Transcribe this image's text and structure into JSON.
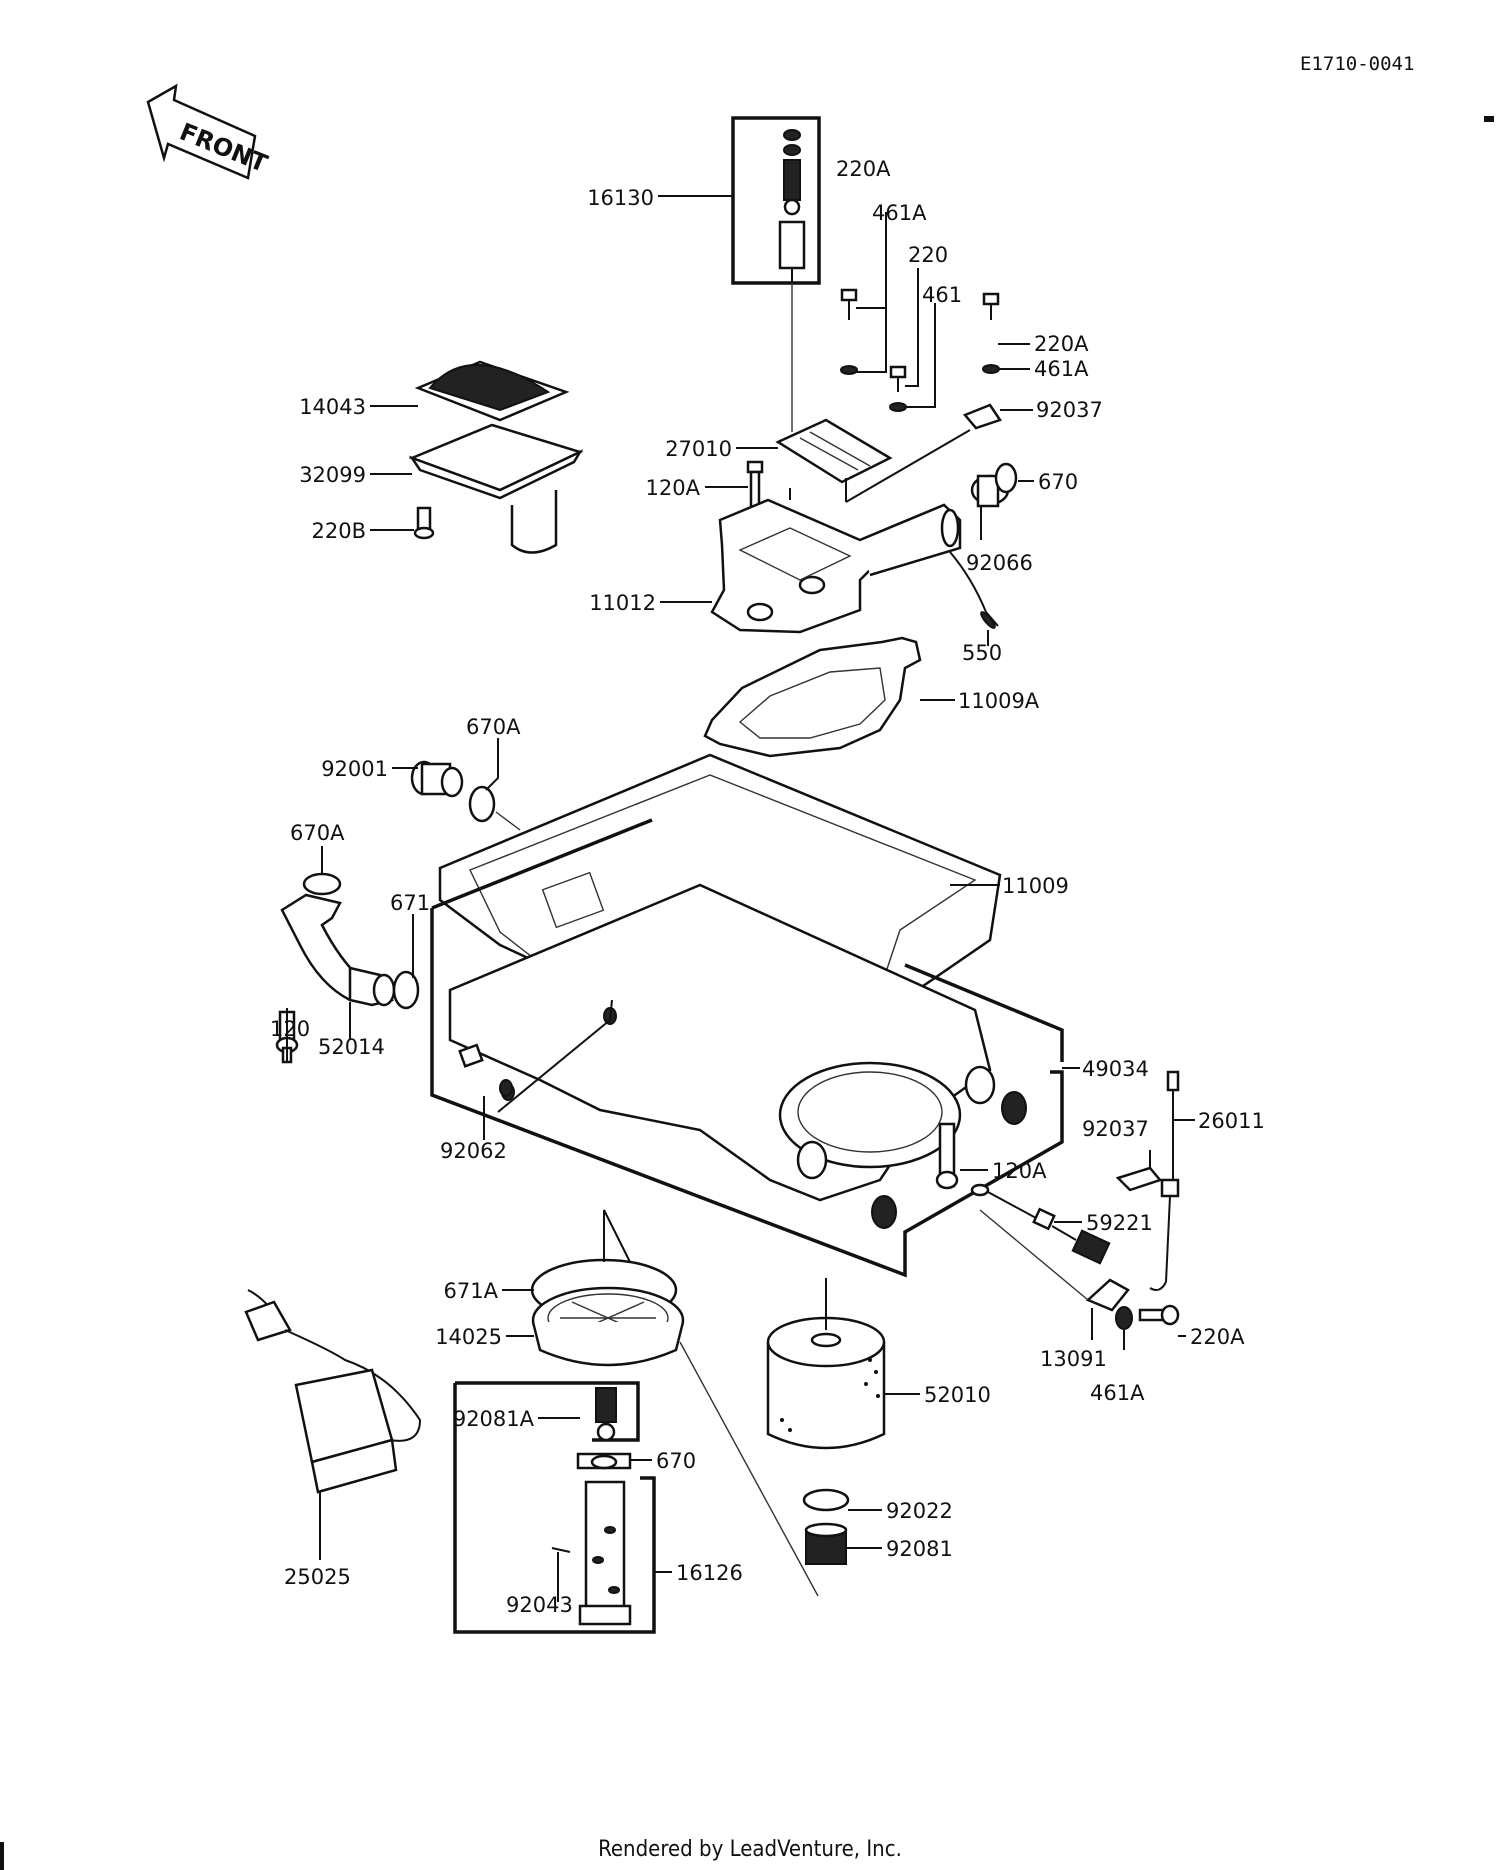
{
  "diagram_code": "E1710-0041",
  "front_arrow": "FRONT",
  "footer": "Rendered by LeadVenture, Inc.",
  "callouts": [
    {
      "id": "c1",
      "text": "16130"
    },
    {
      "id": "c2",
      "text": "220A"
    },
    {
      "id": "c3",
      "text": "461A"
    },
    {
      "id": "c4",
      "text": "220"
    },
    {
      "id": "c5",
      "text": "461"
    },
    {
      "id": "c6",
      "text": "220A"
    },
    {
      "id": "c7",
      "text": "461A"
    },
    {
      "id": "c8",
      "text": "92037"
    },
    {
      "id": "c9",
      "text": "14043"
    },
    {
      "id": "c10",
      "text": "32099"
    },
    {
      "id": "c11",
      "text": "220B"
    },
    {
      "id": "c12",
      "text": "27010"
    },
    {
      "id": "c13",
      "text": "120A"
    },
    {
      "id": "c14",
      "text": "670"
    },
    {
      "id": "c15",
      "text": "92066"
    },
    {
      "id": "c16",
      "text": "11012"
    },
    {
      "id": "c17",
      "text": "550"
    },
    {
      "id": "c18",
      "text": "11009A"
    },
    {
      "id": "c19",
      "text": "670A"
    },
    {
      "id": "c20",
      "text": "92001"
    },
    {
      "id": "c21",
      "text": "670A"
    },
    {
      "id": "c22",
      "text": "671"
    },
    {
      "id": "c23",
      "text": "11009"
    },
    {
      "id": "c24",
      "text": "120"
    },
    {
      "id": "c25",
      "text": "52014"
    },
    {
      "id": "c26",
      "text": "49034"
    },
    {
      "id": "c27",
      "text": "92037"
    },
    {
      "id": "c28",
      "text": "26011"
    },
    {
      "id": "c29",
      "text": "92062"
    },
    {
      "id": "c30",
      "text": "120A"
    },
    {
      "id": "c31",
      "text": "59221"
    },
    {
      "id": "c32",
      "text": "671A"
    },
    {
      "id": "c33",
      "text": "14025"
    },
    {
      "id": "c34",
      "text": "13091"
    },
    {
      "id": "c35",
      "text": "220A"
    },
    {
      "id": "c36",
      "text": "461A"
    },
    {
      "id": "c37",
      "text": "52010"
    },
    {
      "id": "c38",
      "text": "92081A"
    },
    {
      "id": "c39",
      "text": "670"
    },
    {
      "id": "c40",
      "text": "92022"
    },
    {
      "id": "c41",
      "text": "92081"
    },
    {
      "id": "c42",
      "text": "25025"
    },
    {
      "id": "c43",
      "text": "16126"
    },
    {
      "id": "c44",
      "text": "92043"
    }
  ]
}
